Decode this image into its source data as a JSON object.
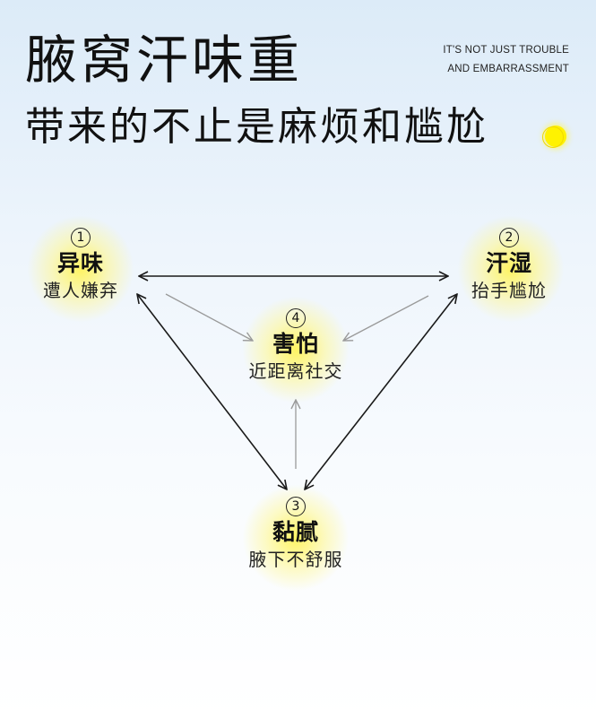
{
  "header": {
    "title_line1": "腋窝汗味重",
    "title_line2": "带来的不止是麻烦和尴尬",
    "english_line1": "IT'S NOT JUST TROUBLE",
    "english_line2": "AND EMBARRASSMENT"
  },
  "nodes": [
    {
      "number": "1",
      "title": "异味",
      "subtitle": "遭人嫌弃"
    },
    {
      "number": "2",
      "title": "汗湿",
      "subtitle": "抬手尴尬"
    },
    {
      "number": "3",
      "title": "黏腻",
      "subtitle": "腋下不舒服"
    },
    {
      "number": "4",
      "title": "害怕",
      "subtitle": "近距离社交"
    }
  ],
  "colors": {
    "glow": "#fff45a",
    "arrow_dark": "#1a1a1a",
    "arrow_light": "#9a9a9a",
    "accent_dot": "#fff200"
  }
}
